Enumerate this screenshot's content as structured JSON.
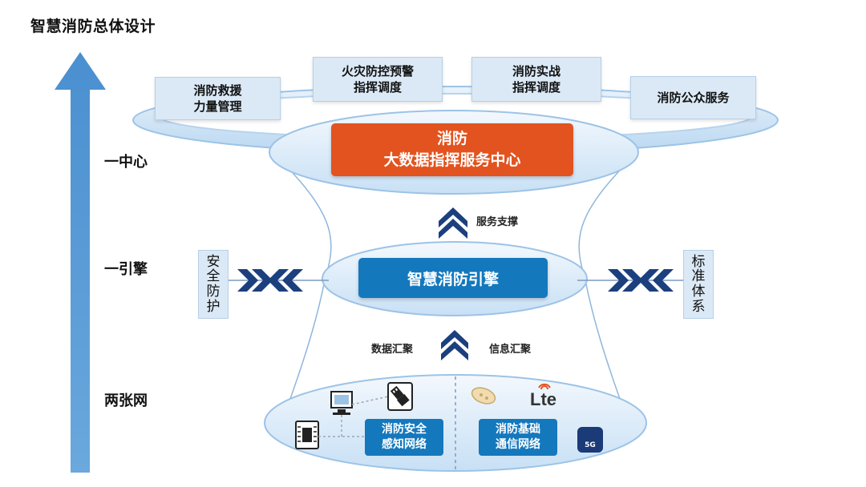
{
  "title": "智慧消防总体设计",
  "levels": {
    "center": "一中心",
    "engine": "一引擎",
    "networks": "两张网"
  },
  "services": [
    "消防救援\n力量管理",
    "火灾防控预警\n指挥调度",
    "消防实战\n指挥调度",
    "消防公众服务"
  ],
  "center_box": "消防\n大数据指挥服务中心",
  "service_support": "服务支撑",
  "engine_box": "智慧消防引擎",
  "side_left": "安全防护",
  "side_right": "标准体系",
  "data_aggregation": "数据汇聚",
  "info_aggregation": "信息汇聚",
  "network_left": "消防安全\n感知网络",
  "network_right": "消防基础\n通信网络",
  "lte_label": "Lte",
  "fiveg_label": "5G",
  "colors": {
    "arrow_blue": "#5b9bd5",
    "center_orange": "#e2531f",
    "engine_blue": "#1478bd",
    "chevron_navy": "#1c3f7e",
    "ring_light": "#d6e8f7",
    "ring_border": "#9cc3e6"
  }
}
